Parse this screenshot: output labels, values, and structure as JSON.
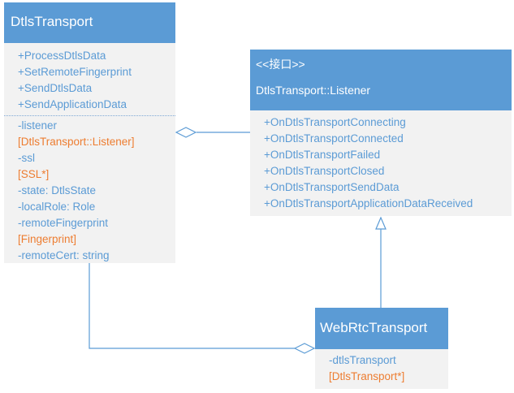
{
  "dtls": {
    "name": "DtlsTransport",
    "methods": [
      "+ProcessDtlsData",
      "+SetRemoteFingerprint",
      "+SendDtlsData",
      "+SendApplicationData"
    ],
    "fields": [
      {
        "text": "-listener",
        "color": "blue"
      },
      {
        "text": "[DtlsTransport::Listener]",
        "color": "orange"
      },
      {
        "text": "-ssl",
        "color": "blue"
      },
      {
        "text": "[SSL*]",
        "color": "orange"
      },
      {
        "text": "-state: DtlsState",
        "color": "blue"
      },
      {
        "text": "-localRole: Role",
        "color": "blue"
      },
      {
        "text": "-remoteFingerprint",
        "color": "blue"
      },
      {
        "text": "[Fingerprint]",
        "color": "orange"
      },
      {
        "text": "-remoteCert: string",
        "color": "blue"
      }
    ]
  },
  "listener": {
    "stereotype": "<<接口>>",
    "name": "DtlsTransport::Listener",
    "methods": [
      "+OnDtlsTransportConnecting",
      "+OnDtlsTransportConnected",
      "+OnDtlsTransportFailed",
      "+OnDtlsTransportClosed",
      "+OnDtlsTransportSendData",
      "+OnDtlsTransportApplicationDataReceived"
    ]
  },
  "webrtc": {
    "name": "WebRtcTransport",
    "fields": [
      {
        "text": "-dtlsTransport",
        "color": "blue"
      },
      {
        "text": "[DtlsTransport*]",
        "color": "orange"
      }
    ]
  },
  "colors": {
    "header": "#5b9bd5",
    "body": "#f2f2f2",
    "text_blue": "#5b9bd5",
    "text_orange": "#ed7d31"
  }
}
